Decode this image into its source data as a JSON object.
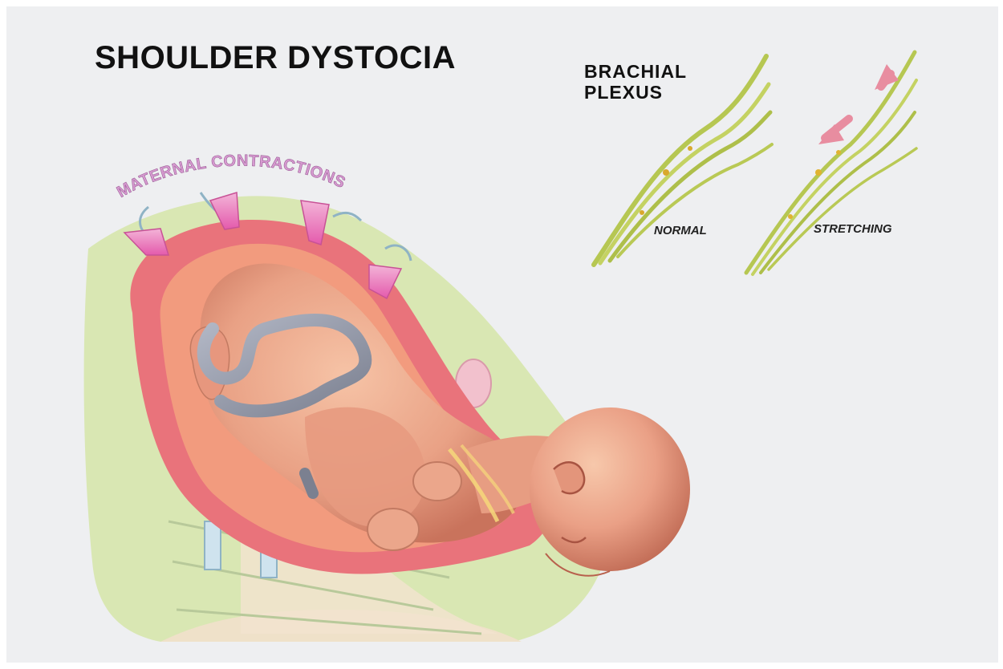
{
  "title": "SHOULDER DYSTOCIA",
  "maternal_label": "MATERNAL CONTRACTIONS",
  "plexus": {
    "title_line1": "BRACHIAL",
    "title_line2": "PLEXUS",
    "normal_label": "NORMAL",
    "stretching_label": "STRETCHING"
  },
  "colors": {
    "background": "#eeeff1",
    "uterus_wall": "#e8737a",
    "uterus_inner": "#f39a7c",
    "fetus_skin": "#eaa48a",
    "umbilical_cord": "#8e93a2",
    "pelvis_green": "#d7e6b0",
    "arrow_pink": "#e25fae",
    "nerve_green": "#b6c752"
  }
}
